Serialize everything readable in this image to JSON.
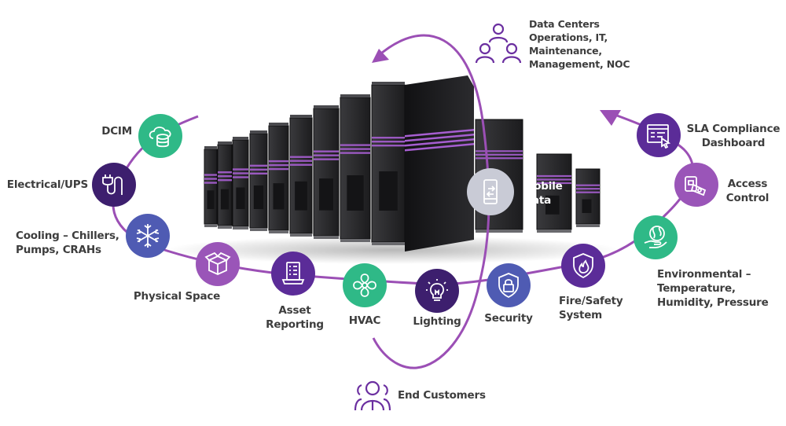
{
  "colors": {
    "flow_line": "#9b4fb5",
    "green": "#2fb987",
    "dark_purple": "#3d1f6e",
    "blue_purple": "#4f5bb3",
    "orchid": "#9a55b8",
    "mid_purple": "#5b2c98",
    "mobile_grey": "#c9cbd6",
    "label_text": "#3d3d3d",
    "rack_stripe": "#a65ed0"
  },
  "top_group": {
    "icon": "team-people-icon",
    "label": "Data Centers Operations, IT, Maintenance, Management, NOC",
    "lines": [
      "Data Centers",
      "Operations, IT,",
      "Maintenance,",
      "Management, NOC"
    ]
  },
  "bottom_group": {
    "icon": "customers-people-icon",
    "label": "End Customers"
  },
  "mobile": {
    "icon": "mobile-data-icon",
    "lines": [
      "Mobile",
      "Data"
    ]
  },
  "nodes": [
    {
      "id": "dcim",
      "label_lines": [
        "DCIM"
      ],
      "icon": "cloud-database-icon",
      "color": "#2fb987"
    },
    {
      "id": "electrical-ups",
      "label_lines": [
        "Electrical/UPS"
      ],
      "icon": "plug-icon",
      "color": "#3d1f6e"
    },
    {
      "id": "cooling",
      "label_lines": [
        "Cooling – Chillers,",
        "Pumps, CRAHs"
      ],
      "icon": "snowflake-icon",
      "color": "#4f5bb3"
    },
    {
      "id": "physical-space",
      "label_lines": [
        "Physical Space"
      ],
      "icon": "box-icon",
      "color": "#9a55b8"
    },
    {
      "id": "asset-reporting",
      "label_lines": [
        "Asset",
        "Reporting"
      ],
      "icon": "checklist-laptop-icon",
      "color": "#5b2c98"
    },
    {
      "id": "hvac",
      "label_lines": [
        "HVAC"
      ],
      "icon": "fan-icon",
      "color": "#2fb987"
    },
    {
      "id": "lighting",
      "label_lines": [
        "Lighting"
      ],
      "icon": "lightbulb-icon",
      "color": "#3d1f6e"
    },
    {
      "id": "security",
      "label_lines": [
        "Security"
      ],
      "icon": "shield-lock-icon",
      "color": "#4f5bb3"
    },
    {
      "id": "fire-safety",
      "label_lines": [
        "Fire/Safety",
        "System"
      ],
      "icon": "shield-flame-icon",
      "color": "#5b2c98"
    },
    {
      "id": "environmental",
      "label_lines": [
        "Environmental –",
        "Temperature,",
        "Humidity, Pressure"
      ],
      "icon": "globe-hand-icon",
      "color": "#2fb987"
    },
    {
      "id": "access-control",
      "label_lines": [
        "Access",
        "Control"
      ],
      "icon": "keycard-icon",
      "color": "#9a55b8"
    },
    {
      "id": "sla-dashboard",
      "label_lines": [
        "SLA Compliance",
        "Dashboard"
      ],
      "icon": "dashboard-window-icon",
      "color": "#5b2c98"
    }
  ]
}
